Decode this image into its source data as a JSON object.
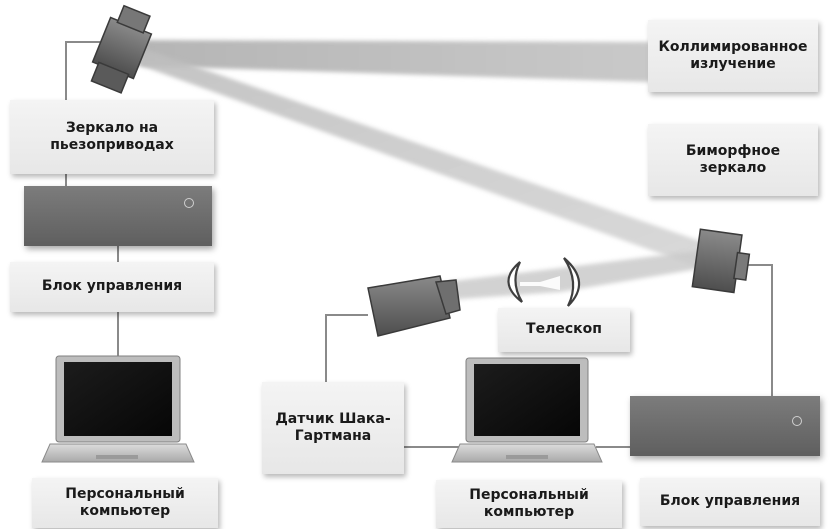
{
  "labels": {
    "collimated": "Коллимированное\nизлучение",
    "piezo_mirror": "Зеркало на\nпьезоприводах",
    "bimorph_mirror": "Биморфное\nзеркало",
    "control_unit_left": "Блок управления",
    "telescope": "Телескоп",
    "shack_hartmann": "Датчик Шака-\nГартмана",
    "pc_left": "Персональный\nкомпьютер",
    "pc_center": "Персональный\nкомпьютер",
    "control_unit_right": "Блок управления"
  },
  "colors": {
    "beam": "#c8c8c8",
    "device": "#6a6a6a",
    "label_bg": "#eeeeee",
    "wire": "#8a8a8a"
  },
  "icons": {
    "piezo_mirror": "mirror-mount-icon",
    "bimorph_mirror": "mirror-mount-icon",
    "sensor": "camera-sensor-icon",
    "telescope_lens": "lens-icon",
    "laptop": "laptop-icon"
  }
}
